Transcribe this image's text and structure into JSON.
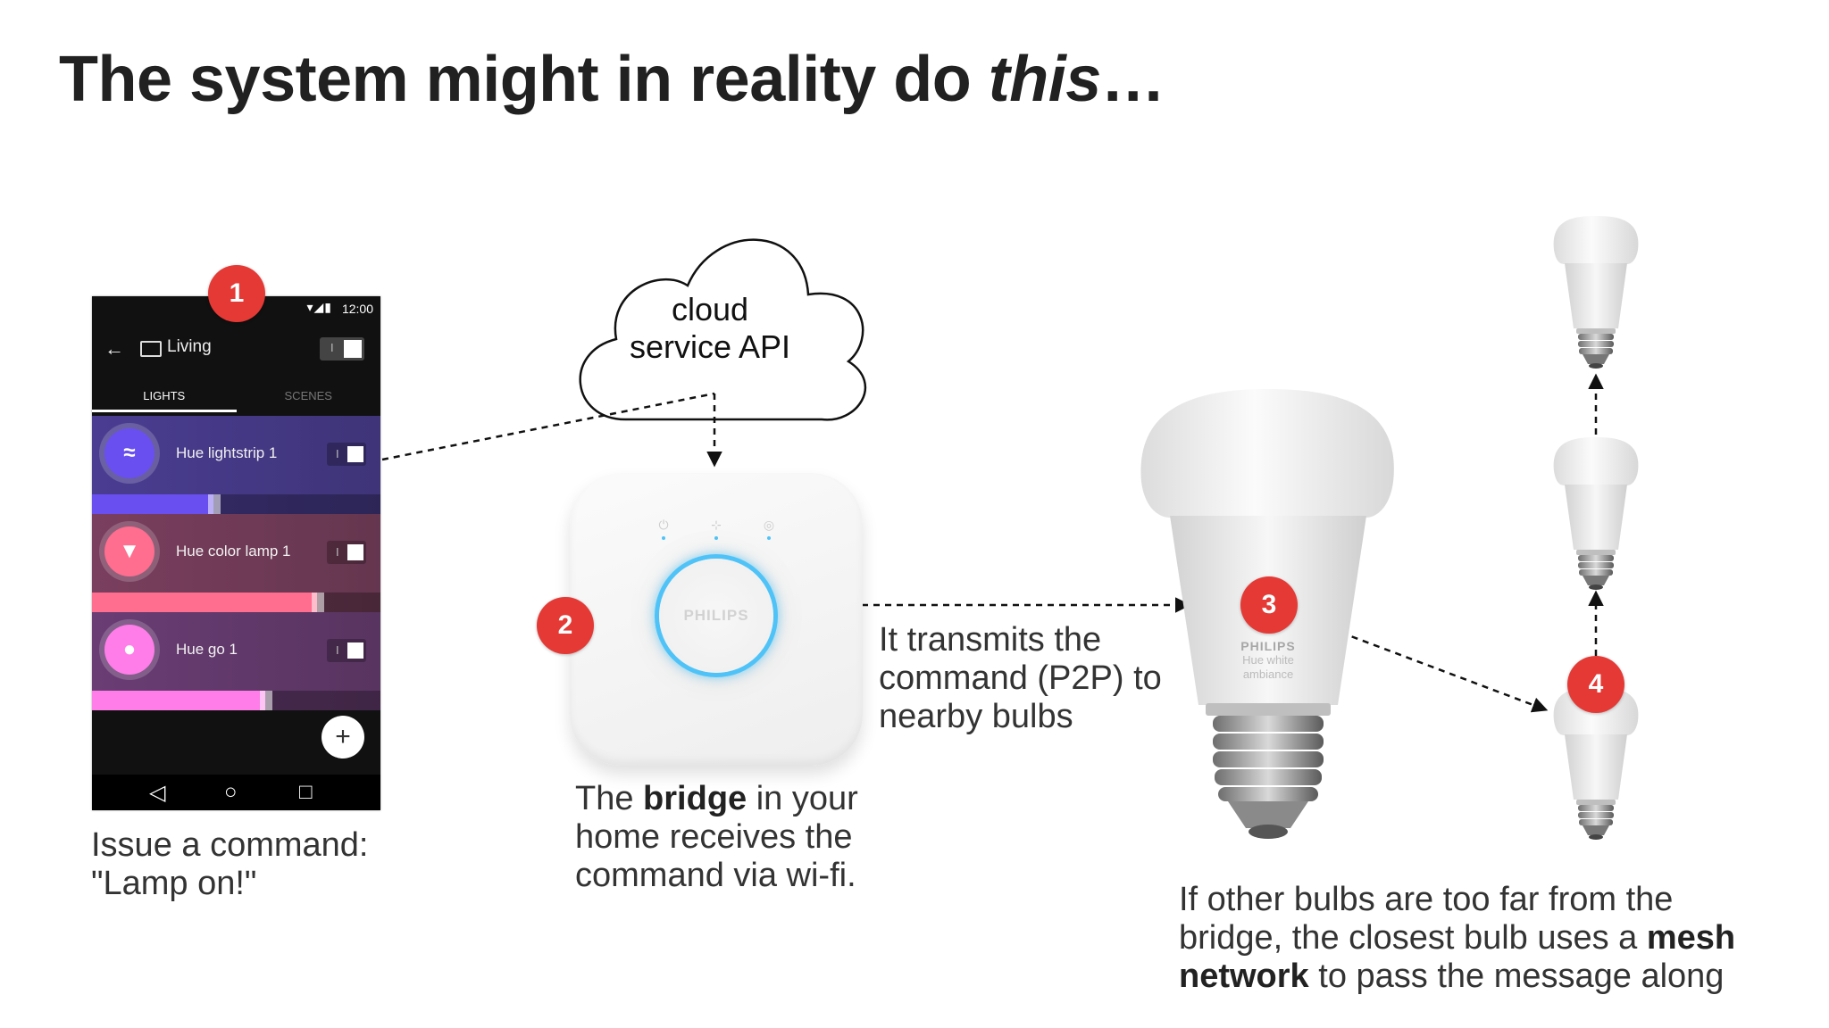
{
  "slide": {
    "title_main": "The system might in reality do ",
    "title_em": "this",
    "title_end": "…"
  },
  "cloud": {
    "line1": "cloud",
    "line2": "service API"
  },
  "badges": [
    "1",
    "2",
    "3",
    "4"
  ],
  "phone": {
    "status_time": "12:00",
    "room": "Living",
    "tabs": [
      "LIGHTS",
      "SCENES"
    ],
    "toggle_text": "I",
    "lights": [
      {
        "name": "Hue lightstrip 1",
        "color": "#6a4ff0",
        "level": 0.42,
        "row_bg": "#4a3d92"
      },
      {
        "name": "Hue color lamp 1",
        "color": "#ff6d8f",
        "level": 0.78,
        "row_bg": "#7a3f5e"
      },
      {
        "name": "Hue go 1",
        "color": "#ff7de8",
        "level": 0.6,
        "row_bg": "#6a3d74"
      }
    ],
    "fab": "+"
  },
  "bridge": {
    "logo": "PHILIPS"
  },
  "bulb": {
    "brand": "PHILIPS",
    "line1": "Hue white",
    "line2": "ambiance"
  },
  "captions": {
    "step1": [
      "Issue a command:",
      "\"Lamp on!\""
    ],
    "step2": {
      "pre": "The ",
      "bold": "bridge",
      "post1": " in your",
      "line2": "home receives the",
      "line3": "command via wi-fi."
    },
    "step3": [
      "It transmits the",
      "command (P2P) to",
      "nearby bulbs"
    ],
    "step4": {
      "line1": "If other bulbs are too far from the",
      "line2_pre": "bridge, the closest bulb uses a ",
      "line2_bold": "mesh",
      "line3_bold": "network",
      "line3_post": " to pass the message along"
    }
  },
  "colors": {
    "badge": "#e53935",
    "bridge_ring": "#4fc3f7"
  }
}
